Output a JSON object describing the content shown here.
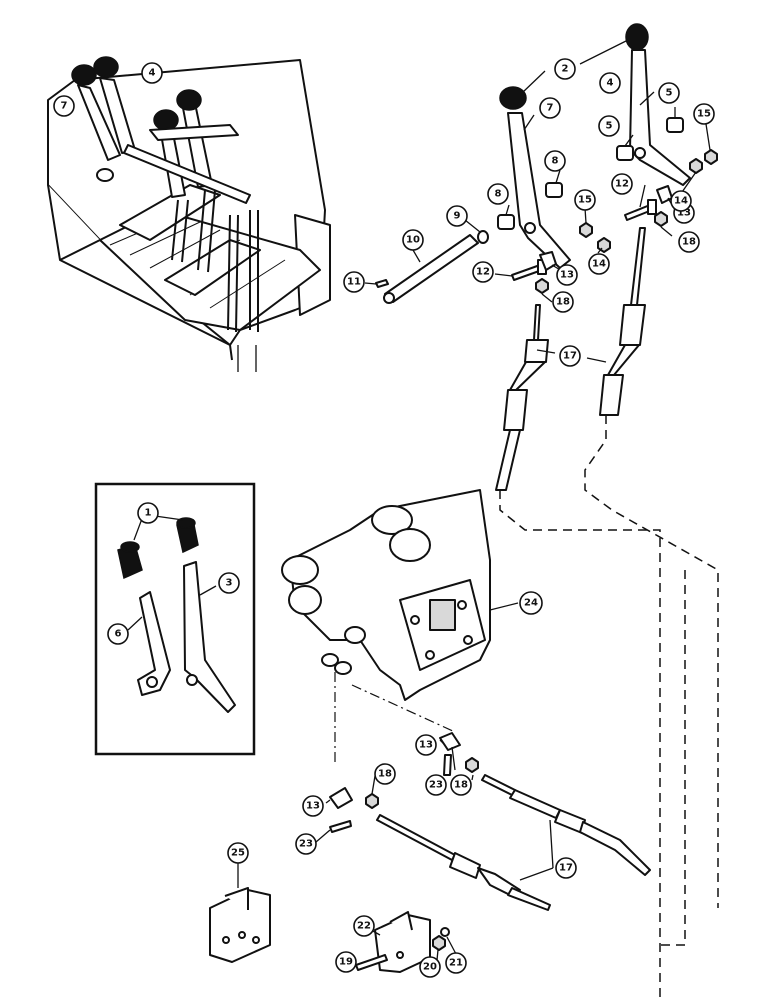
{
  "callouts": [
    {
      "id": "c1",
      "text": "1"
    },
    {
      "id": "c2",
      "text": "2"
    },
    {
      "id": "c3",
      "text": "3"
    },
    {
      "id": "c4a",
      "text": "4"
    },
    {
      "id": "c4b",
      "text": "4"
    },
    {
      "id": "c5a",
      "text": "5"
    },
    {
      "id": "c5b",
      "text": "5"
    },
    {
      "id": "c6",
      "text": "6"
    },
    {
      "id": "c7a",
      "text": "7"
    },
    {
      "id": "c7b",
      "text": "7"
    },
    {
      "id": "c8a",
      "text": "8"
    },
    {
      "id": "c8b",
      "text": "8"
    },
    {
      "id": "c9",
      "text": "9"
    },
    {
      "id": "c10",
      "text": "10"
    },
    {
      "id": "c11",
      "text": "11"
    },
    {
      "id": "c12a",
      "text": "12"
    },
    {
      "id": "c12b",
      "text": "12"
    },
    {
      "id": "c13a",
      "text": "13"
    },
    {
      "id": "c13b",
      "text": "13"
    },
    {
      "id": "c13c",
      "text": "13"
    },
    {
      "id": "c13d",
      "text": "13"
    },
    {
      "id": "c14a",
      "text": "14"
    },
    {
      "id": "c14b",
      "text": "14"
    },
    {
      "id": "c15a",
      "text": "15"
    },
    {
      "id": "c15b",
      "text": "15"
    },
    {
      "id": "c17a",
      "text": "17"
    },
    {
      "id": "c17b",
      "text": "17"
    },
    {
      "id": "c18a",
      "text": "18"
    },
    {
      "id": "c18b",
      "text": "18"
    },
    {
      "id": "c18c",
      "text": "18"
    },
    {
      "id": "c18d",
      "text": "18"
    },
    {
      "id": "c19",
      "text": "19"
    },
    {
      "id": "c20",
      "text": "20"
    },
    {
      "id": "c21",
      "text": "21"
    },
    {
      "id": "c22",
      "text": "22"
    },
    {
      "id": "c23a",
      "text": "23"
    },
    {
      "id": "c23b",
      "text": "23"
    },
    {
      "id": "c24",
      "text": "24"
    },
    {
      "id": "c25",
      "text": "25"
    }
  ]
}
